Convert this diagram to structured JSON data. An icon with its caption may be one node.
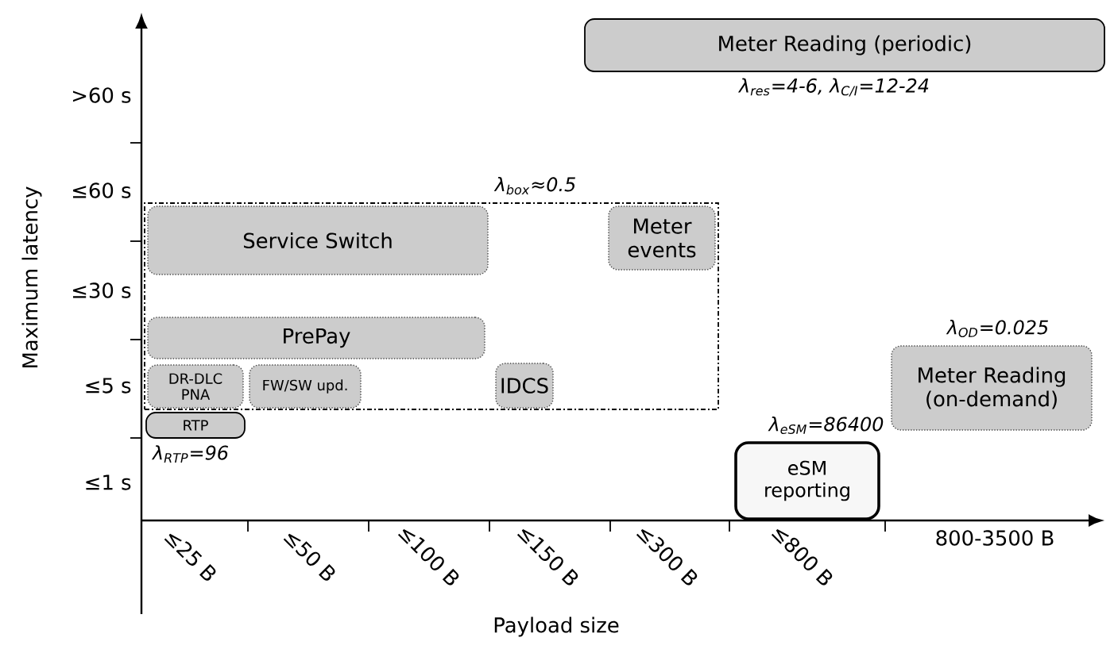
{
  "diagram": {
    "nodes": [
      {
        "text": [
          "Meter Reading (periodic)"
        ],
        "beside": [
          "λ$_{res}$=4-6, λ$_{C/I}$=12-24"
        ]
      },
      {
        "text": [],
        "shape": "box",
        "beside": [
          "λ$_{box}$≈0.5"
        ]
      },
      {
        "text": [
          "Service Switch"
        ],
        "in": 1
      },
      {
        "text": [
          "Meter events"
        ],
        "in": 1
      },
      {
        "text": [
          "PrePay"
        ],
        "in": 1
      },
      {
        "text": [
          "DR-DLC PNA"
        ],
        "in": 1
      },
      {
        "text": [
          "FW/SW upd."
        ],
        "in": 1
      },
      {
        "text": [
          "IDCS"
        ],
        "in": 1
      },
      {
        "text": [
          "Meter Reading (on-demand)"
        ],
        "beside": [
          "λ$_{OD}$=0.025"
        ]
      },
      {
        "text": [
          "RTP"
        ],
        "beside": [
          "λ$_{RTP}$=96"
        ]
      },
      {
        "text": [
          "eSM reporting"
        ],
        "beside": [
          "λ$_{eSM}$=86400"
        ]
      }
    ],
    "edges": [],
    "labels": [
      ">60 s",
      "≤60 s",
      "≤30 s",
      "≤5 s",
      "≤1 s",
      "≤25 B",
      "≤50 B",
      "≤100 B",
      "≤150 B",
      "≤300 B",
      "≤800 B",
      "800-3500 B",
      "Maximum latency",
      "Payload size"
    ]
  }
}
